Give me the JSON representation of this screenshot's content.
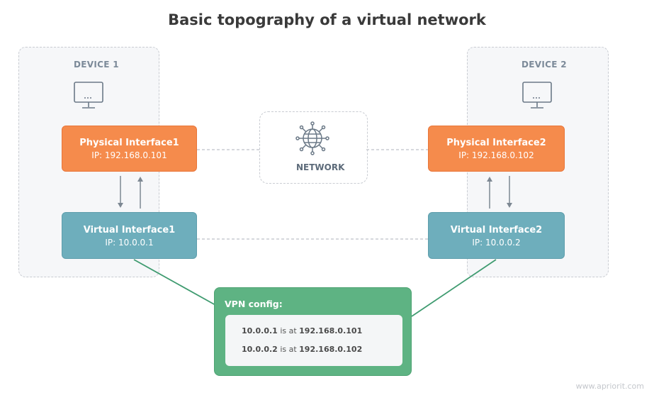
{
  "title": "Basic topography of a virtual network",
  "devices": [
    {
      "label": "DEVICE 1",
      "physical": {
        "name": "Physical Interface1",
        "ip": "IP: 192.168.0.101"
      },
      "virtual": {
        "name": "Virtual Interface1",
        "ip": "IP: 10.0.0.1"
      }
    },
    {
      "label": "DEVICE 2",
      "physical": {
        "name": "Physical Interface2",
        "ip": "IP: 192.168.0.102"
      },
      "virtual": {
        "name": "Virtual Interface2",
        "ip": "IP: 10.0.0.2"
      }
    }
  ],
  "network": {
    "label": "NETWORK",
    "icon": "globe-network-icon"
  },
  "vpn": {
    "title": "VPN config:",
    "rows": [
      {
        "addr": "10.0.0.1",
        "sep": "is at",
        "target": "192.168.0.101"
      },
      {
        "addr": "10.0.0.2",
        "sep": "is at",
        "target": "192.168.0.102"
      }
    ]
  },
  "watermark": "www.apriorit.com",
  "colors": {
    "physical": "#f58b4c",
    "virtual": "#6eaebc",
    "vpn": "#5eb383",
    "arrow": "#7d8893"
  }
}
